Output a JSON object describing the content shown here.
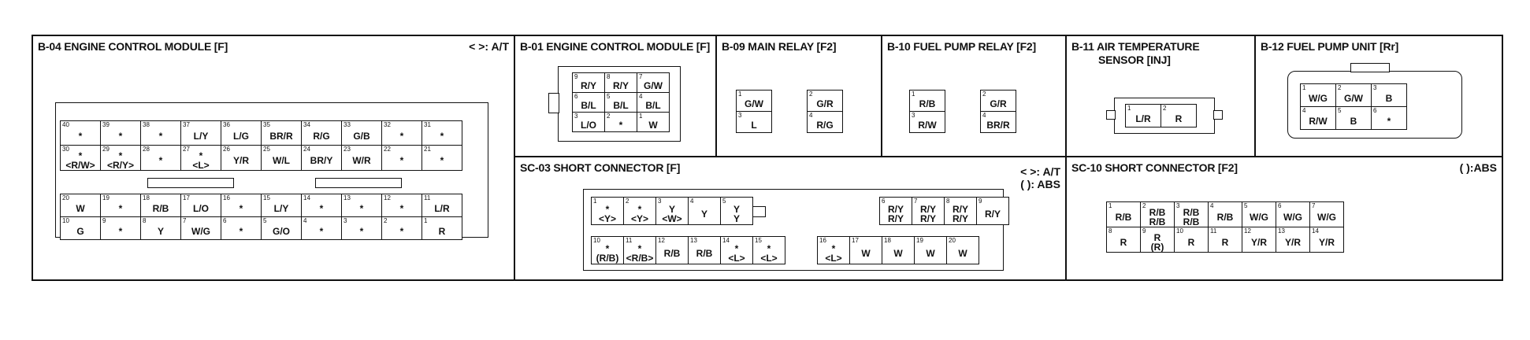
{
  "b04": {
    "title": "B-04 ENGINE CONTROL MODULE [F]",
    "note": "< >: A/T",
    "upper": [
      [
        {
          "n": "40",
          "l": "*"
        },
        {
          "n": "39",
          "l": "*"
        },
        {
          "n": "38",
          "l": "*"
        },
        {
          "n": "37",
          "l": "L/Y"
        },
        {
          "n": "36",
          "l": "L/G"
        },
        {
          "n": "35",
          "l": "BR/R"
        },
        {
          "n": "34",
          "l": "R/G"
        },
        {
          "n": "33",
          "l": "G/B"
        },
        {
          "n": "32",
          "l": "*"
        },
        {
          "n": "31",
          "l": "*"
        }
      ],
      [
        {
          "n": "30",
          "l": "*\n<R/W>"
        },
        {
          "n": "29",
          "l": "*\n<R/Y>"
        },
        {
          "n": "28",
          "l": "*"
        },
        {
          "n": "27",
          "l": "*\n<L>"
        },
        {
          "n": "26",
          "l": "Y/R"
        },
        {
          "n": "25",
          "l": "W/L"
        },
        {
          "n": "24",
          "l": "BR/Y"
        },
        {
          "n": "23",
          "l": "W/R"
        },
        {
          "n": "22",
          "l": "*"
        },
        {
          "n": "21",
          "l": "*"
        }
      ]
    ],
    "lower": [
      [
        {
          "n": "20",
          "l": "W"
        },
        {
          "n": "19",
          "l": "*"
        },
        {
          "n": "18",
          "l": "R/B"
        },
        {
          "n": "17",
          "l": "L/O"
        },
        {
          "n": "16",
          "l": "*"
        },
        {
          "n": "15",
          "l": "L/Y"
        },
        {
          "n": "14",
          "l": "*"
        },
        {
          "n": "13",
          "l": "*"
        },
        {
          "n": "12",
          "l": "*"
        },
        {
          "n": "11",
          "l": "L/R"
        }
      ],
      [
        {
          "n": "10",
          "l": "G"
        },
        {
          "n": "9",
          "l": "*"
        },
        {
          "n": "8",
          "l": "Y"
        },
        {
          "n": "7",
          "l": "W/G"
        },
        {
          "n": "6",
          "l": "*"
        },
        {
          "n": "5",
          "l": "G/O"
        },
        {
          "n": "4",
          "l": "*"
        },
        {
          "n": "3",
          "l": "*"
        },
        {
          "n": "2",
          "l": "*"
        },
        {
          "n": "1",
          "l": "R"
        }
      ]
    ]
  },
  "b01": {
    "title": "B-01 ENGINE CONTROL MODULE [F]",
    "rows": [
      [
        {
          "n": "9",
          "l": "R/Y"
        },
        {
          "n": "8",
          "l": "R/Y"
        },
        {
          "n": "7",
          "l": "G/W"
        }
      ],
      [
        {
          "n": "6",
          "l": "B/L"
        },
        {
          "n": "5",
          "l": "B/L"
        },
        {
          "n": "4",
          "l": "B/L"
        }
      ],
      [
        {
          "n": "3",
          "l": "L/O"
        },
        {
          "n": "2",
          "l": "*"
        },
        {
          "n": "1",
          "l": "W"
        }
      ]
    ]
  },
  "b09": {
    "title": "B-09 MAIN RELAY [F2]",
    "rows": [
      [
        {
          "n": "1",
          "l": "G/W"
        },
        {
          "blank": true
        },
        {
          "n": "2",
          "l": "G/R"
        }
      ],
      [
        {
          "n": "3",
          "l": "L"
        },
        {
          "blank": true
        },
        {
          "n": "4",
          "l": "R/G"
        }
      ]
    ]
  },
  "b10": {
    "title": "B-10 FUEL PUMP RELAY [F2]",
    "rows": [
      [
        {
          "n": "1",
          "l": "R/B"
        },
        {
          "blank": true
        },
        {
          "n": "2",
          "l": "G/R"
        }
      ],
      [
        {
          "n": "3",
          "l": "R/W"
        },
        {
          "blank": true
        },
        {
          "n": "4",
          "l": "BR/R"
        }
      ]
    ]
  },
  "b11": {
    "title_line1": "B-11 AIR TEMPERATURE",
    "title_line2": "SENSOR [INJ]",
    "rows": [
      [
        {
          "n": "1",
          "l": "L/R"
        },
        {
          "n": "2",
          "l": "R"
        }
      ]
    ]
  },
  "b12": {
    "title": "B-12 FUEL PUMP UNIT [Rr]",
    "rows": [
      [
        {
          "n": "1",
          "l": "W/G"
        },
        {
          "n": "2",
          "l": "G/W"
        },
        {
          "n": "3",
          "l": "B"
        }
      ],
      [
        {
          "n": "4",
          "l": "R/W"
        },
        {
          "n": "5",
          "l": "B"
        },
        {
          "n": "6",
          "l": "*"
        }
      ]
    ]
  },
  "sc03": {
    "title": "SC-03 SHORT CONNECTOR [F]",
    "note1": "< >: A/T",
    "note2": "(  ): ABS",
    "left_top": [
      {
        "n": "1",
        "l": "*\n<Y>"
      },
      {
        "n": "2",
        "l": "*\n<Y>"
      },
      {
        "n": "3",
        "l": "Y\n<W>"
      },
      {
        "n": "4",
        "l": "Y"
      },
      {
        "n": "5",
        "l": "Y\nY"
      }
    ],
    "right_top": [
      {
        "n": "6",
        "l": "R/Y\nR/Y"
      },
      {
        "n": "7",
        "l": "R/Y\nR/Y"
      },
      {
        "n": "8",
        "l": "R/Y\nR/Y"
      },
      {
        "n": "9",
        "l": "R/Y"
      }
    ],
    "bottom": [
      {
        "n": "10",
        "l": "*\n(R/B)"
      },
      {
        "n": "11",
        "l": "*\n<R/B>"
      },
      {
        "n": "12",
        "l": "R/B"
      },
      {
        "n": "13",
        "l": "R/B"
      },
      {
        "n": "14",
        "l": "*\n<L>"
      },
      {
        "n": "15",
        "l": "*\n<L>"
      },
      {
        "blank": true
      },
      {
        "n": "16",
        "l": "*\n<L>"
      },
      {
        "n": "17",
        "l": "W"
      },
      {
        "n": "18",
        "l": "W"
      },
      {
        "n": "19",
        "l": "W"
      },
      {
        "n": "20",
        "l": "W"
      }
    ]
  },
  "sc10": {
    "title": "SC-10 SHORT CONNECTOR [F2]",
    "note": "(  ):ABS",
    "rows": [
      [
        {
          "n": "1",
          "l": "R/B"
        },
        {
          "n": "2",
          "l": "R/B\nR/B"
        },
        {
          "n": "3",
          "l": "R/B\nR/B"
        },
        {
          "n": "4",
          "l": "R/B"
        },
        {
          "n": "5",
          "l": "W/G"
        },
        {
          "n": "6",
          "l": "W/G"
        },
        {
          "n": "7",
          "l": "W/G"
        }
      ],
      [
        {
          "n": "8",
          "l": "R"
        },
        {
          "n": "9",
          "l": "R\n(R)"
        },
        {
          "n": "10",
          "l": "R"
        },
        {
          "n": "11",
          "l": "R"
        },
        {
          "n": "12",
          "l": "Y/R"
        },
        {
          "n": "13",
          "l": "Y/R"
        },
        {
          "n": "14",
          "l": "Y/R"
        }
      ]
    ]
  }
}
